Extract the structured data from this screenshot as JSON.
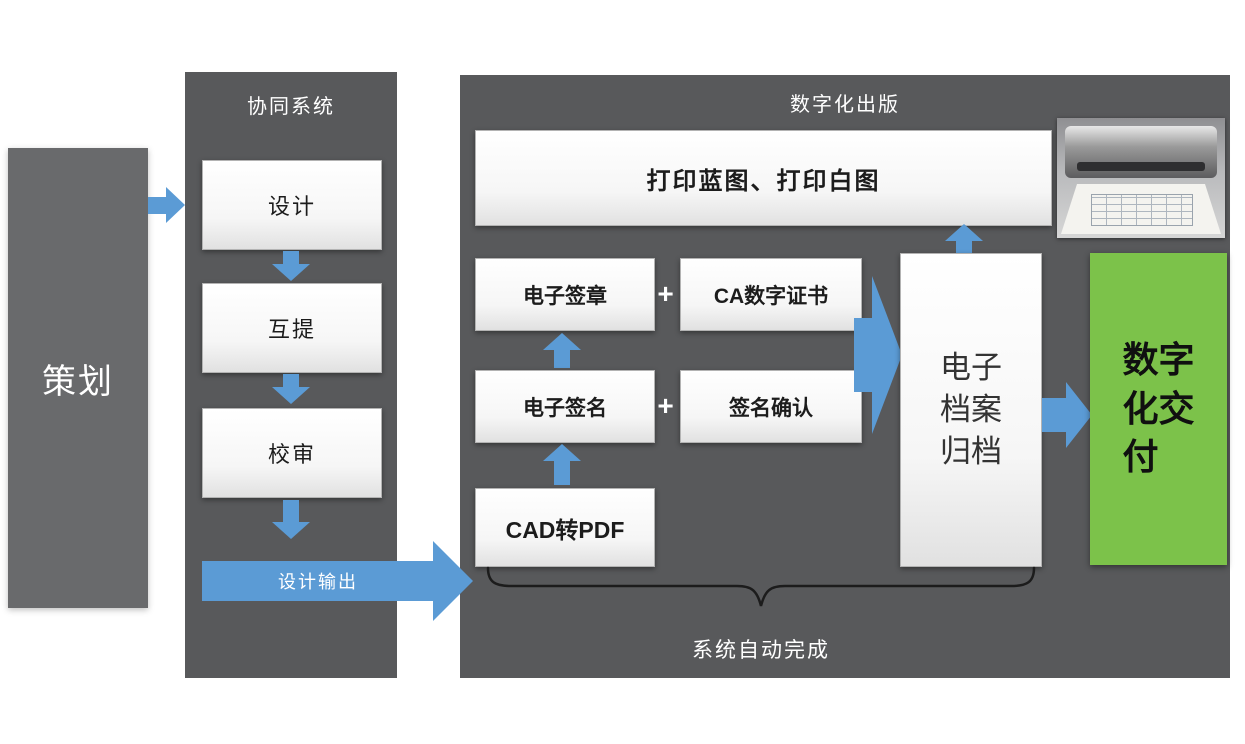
{
  "colors": {
    "panel": "#58595b",
    "leftbox": "#696a6c",
    "blue": "#5b9bd5",
    "green": "#7cc24a",
    "ink": "#1c1c1c"
  },
  "planning": {
    "label": "策划"
  },
  "collab": {
    "title": "协同系统",
    "steps": [
      {
        "label": "设计"
      },
      {
        "label": "互提"
      },
      {
        "label": "校审"
      }
    ],
    "output_label": "设计输出"
  },
  "publishing": {
    "title": "数字化出版",
    "print_box": "打印蓝图、打印白图",
    "rows": [
      {
        "left": "电子签章",
        "plus": "+",
        "right": "CA数字证书"
      },
      {
        "left": "电子签名",
        "plus": "+",
        "right": "签名确认"
      }
    ],
    "cad_box": "CAD转PDF",
    "archive_box": "电子\n档案\n归档",
    "delivery_box": "数字\n化交\n付",
    "auto_label": "系统自动完成"
  }
}
